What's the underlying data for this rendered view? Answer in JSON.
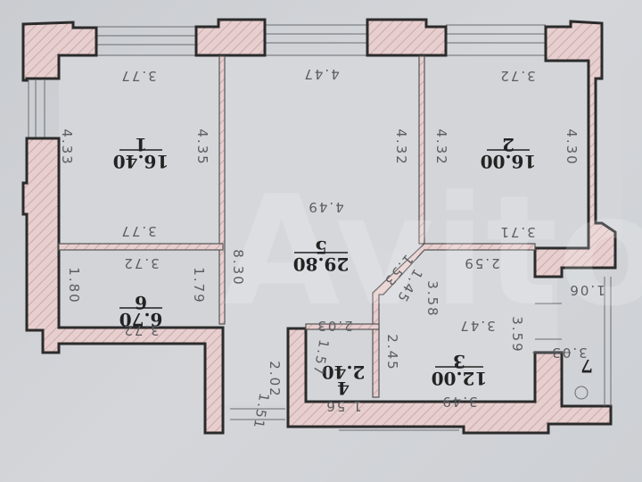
{
  "plan": {
    "orientation": "rotated 180°",
    "colors": {
      "wall_fill": "#e8cfcf",
      "wall_stroke": "#2b2b2b",
      "room_fill": "#d7d9dd",
      "paper": "#cfd2d6",
      "text": "#5b5d61"
    },
    "rooms": [
      {
        "number": "1",
        "area": "16.40",
        "dims": [
          "3.77",
          "4.33",
          "4.35",
          "3.77"
        ]
      },
      {
        "number": "2",
        "area": "16.00",
        "dims": [
          "3.72",
          "4.32",
          "4.30",
          "3.71"
        ]
      },
      {
        "number": "3",
        "area": "12.00",
        "dims": [
          "2.59",
          "3.58",
          "3.47",
          "3.59",
          "2.45",
          "3.49"
        ]
      },
      {
        "number": "4",
        "area": "2.40",
        "dims": [
          "2.03",
          "1.57",
          "1.56"
        ]
      },
      {
        "number": "5",
        "area": "29.80",
        "dims": [
          "4.47",
          "4.49",
          "8.30",
          "4.32",
          "1.53",
          "1.45",
          "2.02",
          "1.51"
        ]
      },
      {
        "number": "6",
        "area": "6.70",
        "dims": [
          "3.72",
          "1.80",
          "1.79",
          "3.72"
        ]
      },
      {
        "number": "7",
        "area": "",
        "dims": [
          "1.06",
          "3.03"
        ]
      }
    ],
    "watermark": "Avito"
  }
}
